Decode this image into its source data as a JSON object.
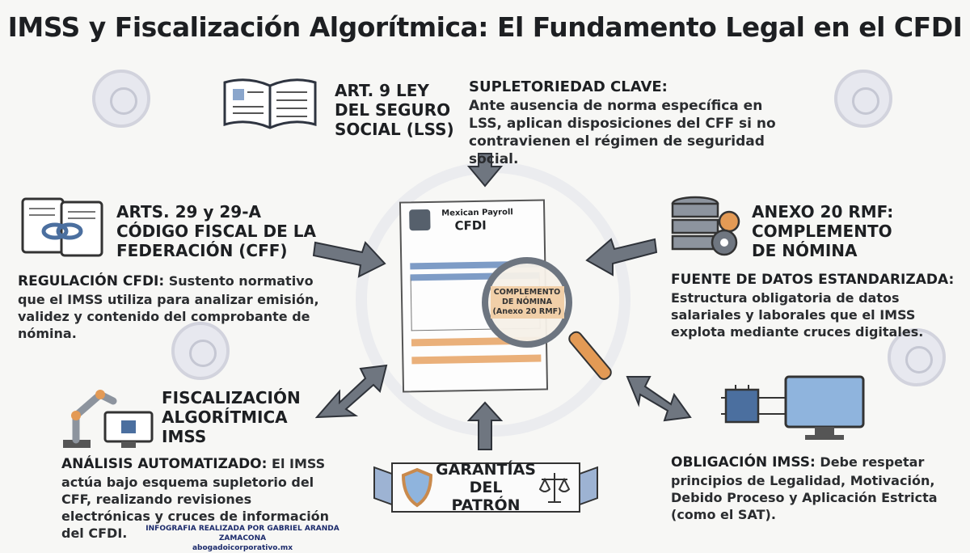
{
  "title": "IMSS y Fiscalización Algorítmica: El Fundamento Legal en el CFDI",
  "center_document": {
    "header_small": "Mexican Payroll",
    "header_big": "CFDI",
    "magnifier_text": [
      "COMPLEMENTO",
      "DE NÓMINA",
      "(Anexo 20 RMF)"
    ]
  },
  "art9": {
    "heading": [
      "ART. 9 LEY",
      "DEL SEGURO",
      "SOCIAL (LSS)"
    ],
    "icon": "open-book-icon"
  },
  "supletoriedad": {
    "label": "SUPLETORIEDAD CLAVE:",
    "text": "Ante ausencia de norma específica en LSS, aplican disposiciones del CFF si no contravienen el régimen de seguridad social."
  },
  "cff": {
    "heading": [
      "ARTS. 29 y 29-A",
      "CÓDIGO FISCAL DE LA",
      "FEDERACIÓN (CFF)"
    ],
    "label": "REGULACIÓN CFDI:",
    "text": "Sustento normativo que el IMSS utiliza para analizar emisión, validez y contenido del comprobante de nómina.",
    "icon": "linked-documents-icon"
  },
  "anexo20": {
    "heading": [
      "ANEXO 20 RMF:",
      "COMPLEMENTO",
      "DE NÓMINA"
    ],
    "label": "FUENTE DE DATOS ESTANDARIZADA:",
    "text": "Estructura obligatoria de datos salariales y laborales que el IMSS explota mediante cruces digitales.",
    "icon": "database-gears-icon"
  },
  "fiscalizacion": {
    "heading": [
      "FISCALIZACIÓN",
      "ALGORÍTMICA",
      "IMSS"
    ],
    "label": "ANÁLISIS AUTOMATIZADO:",
    "text": "El IMSS actúa bajo esquema supletorio del CFF, realizando revisiones electrónicas y cruces de información del CFDI.",
    "icon": "robot-arm-computer-icon"
  },
  "garantias": {
    "banner": [
      "GARANTÍAS",
      "DEL PATRÓN"
    ],
    "icons": [
      "shield-icon",
      "scales-icon"
    ]
  },
  "obligacion": {
    "label": "OBLIGACIÓN IMSS:",
    "text": "Debe respetar principios de Legalidad, Motivación, Debido Proceso y Aplicación Estricta (como el SAT).",
    "icon": "chip-monitor-icon"
  },
  "credit": {
    "line1": "INFOGRAFIA REALIZADA POR GABRIEL ARANDA ZAMACONA",
    "line2": "abogadoicorporativo.mx"
  },
  "colors": {
    "accent_blue": "#5b7fb0",
    "accent_orange": "#e39a55",
    "arrow_gray": "#6f7680"
  }
}
